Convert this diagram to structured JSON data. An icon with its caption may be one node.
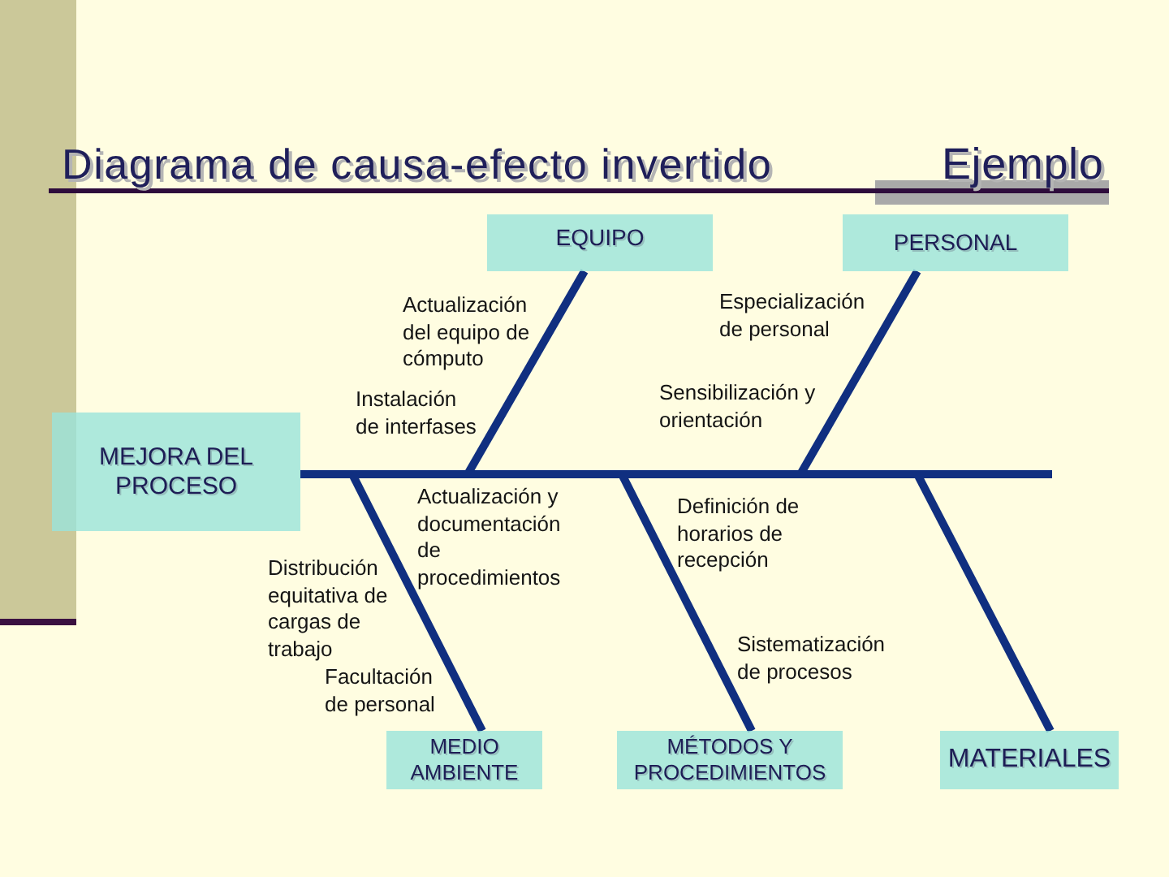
{
  "diagram": {
    "title": "Diagrama de causa-efecto invertido",
    "nodes": [
      {
        "text": [
          "EQUIPO"
        ]
      },
      {
        "text": [
          "PERSONAL"
        ]
      },
      {
        "text": [
          "MEJORA DEL PROCESO"
        ]
      },
      {
        "text": [
          "MEDIO AMBIENTE"
        ]
      },
      {
        "text": [
          "MÉTODOS Y PROCEDIMIENTOS"
        ]
      },
      {
        "text": [
          "MATERIALES"
        ]
      }
    ],
    "edges": [
      {
        "from": 0,
        "to": 2,
        "arrow": "none"
      },
      {
        "from": 1,
        "to": 2,
        "arrow": "none"
      },
      {
        "from": 3,
        "to": 2,
        "arrow": "none"
      },
      {
        "from": 4,
        "to": 2,
        "arrow": "none"
      },
      {
        "from": 5,
        "to": 2,
        "arrow": "none"
      }
    ],
    "labels": [
      "Ejemplo",
      "Actualización del equipo de cómputo",
      "Especialización de personal",
      "Instalación de interfases",
      "Sensibilización y orientación",
      "Actualización y documentación de procedimientos",
      "Definición de horarios de recepción",
      "Distribución equitativa de cargas de trabajo",
      "Sistematización de procesos",
      "Facultación de personal"
    ]
  }
}
